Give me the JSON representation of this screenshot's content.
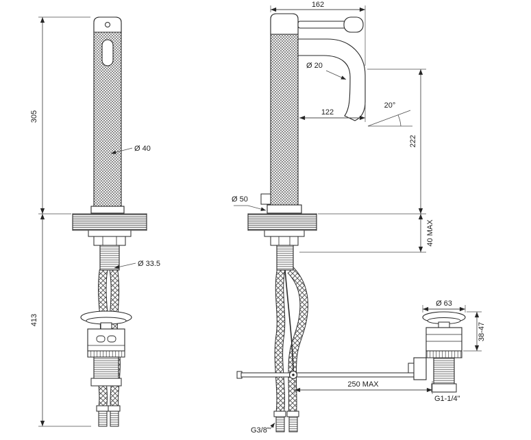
{
  "drawing": {
    "front": {
      "body_height": "305",
      "under_height": "413",
      "body_diameter": "Ø 40",
      "rod_diameter": "Ø 33.5"
    },
    "side": {
      "top_width": "162",
      "spout_diameter": "Ø 20",
      "spout_reach": "122",
      "spout_angle": "20°",
      "spout_height": "222",
      "base_diameter": "Ø 50",
      "deck_thickness_max": "40 MAX",
      "drain_cap_diameter": "Ø 63",
      "drain_height_range": "38-47",
      "rod_reach_max": "250 MAX",
      "drain_thread": "G1-1/4\"",
      "supply_thread": "G3/8\""
    }
  }
}
